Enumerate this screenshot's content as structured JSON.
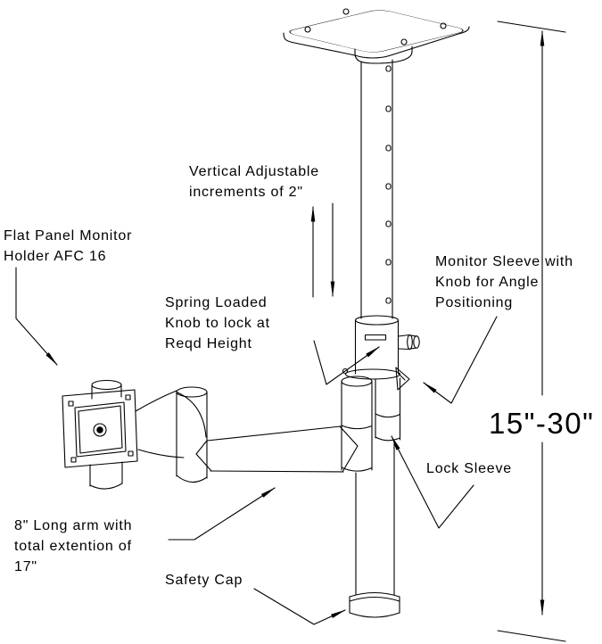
{
  "diagram_type": "technical line drawing of an adjustable ceiling-mounted flat panel monitor arm",
  "colors": {
    "line": "#000000",
    "background": "#ffffff"
  },
  "labels": {
    "flat_panel_holder": [
      "Flat Panel Monitor",
      "Holder AFC 16"
    ],
    "vertical_adjustable": [
      "Vertical Adjustable",
      "increments of 2\""
    ],
    "monitor_sleeve": [
      "Monitor Sleeve with",
      "Knob for Angle",
      "Positioning"
    ],
    "spring_loaded_knob": [
      "Spring Loaded",
      "Knob to lock at",
      "Reqd Height"
    ],
    "height_range": "15\"-30\"",
    "lock_sleeve": "Lock Sleeve",
    "long_arm": [
      "8\" Long arm with",
      "total extention of",
      "17\""
    ],
    "safety_cap": "Safety Cap"
  }
}
